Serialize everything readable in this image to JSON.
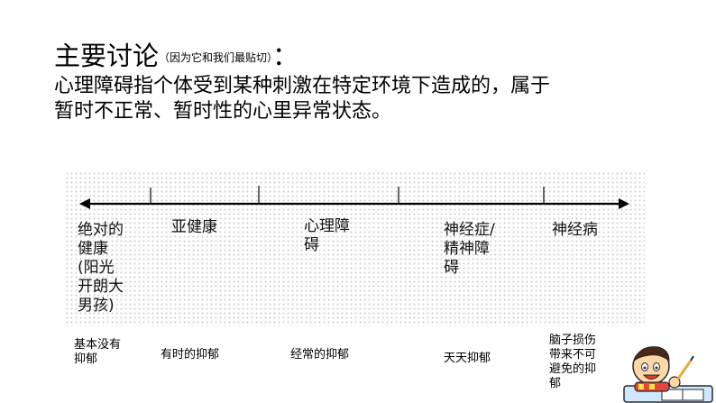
{
  "heading": {
    "main": "主要讨论",
    "note": "（因为它和我们最贴切）",
    "colon": "：",
    "line1": "心理障碍指个体受到某种刺激在特定环境下造成的，属于",
    "line2": "暂时不正常、暂时性的心里异常状态。"
  },
  "spectrum": {
    "stages": [
      "绝对的\n健康\n  (阳光\n开朗大\n男孩)",
      "亚健康",
      "心理障\n碍",
      "神经症/\n精神障\n碍",
      "神经病"
    ],
    "depression": [
      "基本没有\n抑郁",
      "有时的抑郁",
      "经常的抑郁",
      "天天抑郁",
      "脑子损伤\n带来不可\n避免的抑\n郁"
    ]
  }
}
